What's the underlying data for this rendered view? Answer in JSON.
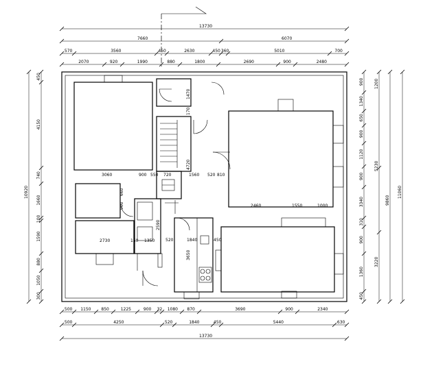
{
  "dimensions": {
    "top_overall": "13730",
    "top_row2_left": "7660",
    "top_row2_right": "6070",
    "top_row3": [
      "570",
      "3560",
      "450",
      "2630",
      "450",
      "360",
      "5010",
      "700"
    ],
    "top_row4": [
      "2070",
      "920",
      "1990",
      "880",
      "1800",
      "2690",
      "900",
      "2480"
    ],
    "bottom_row1": [
      "500",
      "1150",
      "850",
      "1225",
      "900",
      "32",
      "1080",
      "870",
      "3690",
      "900",
      "2340"
    ],
    "bottom_row2": [
      "500",
      "4250",
      "520",
      "1840",
      "450",
      "5440",
      "630"
    ],
    "bottom_overall": "13730",
    "left_outer": "10920",
    "left_inner": [
      "450",
      "4150",
      "740",
      "1660",
      "100",
      "1590",
      "880",
      "1050",
      "300"
    ],
    "right_inner": [
      "900",
      "1340",
      "650",
      "900",
      "1120",
      "900",
      "3340",
      "310",
      "900",
      "1360",
      "450"
    ],
    "right_mid": [
      "1200",
      "5230",
      "3220"
    ],
    "right_sub": "9860",
    "right_outer": "11060"
  },
  "interior_labels": {
    "room1_width": "3060",
    "room1_span": [
      "900",
      "550",
      "720",
      "1560"
    ],
    "room1_right": [
      "520",
      "810"
    ],
    "stair_height": "4720",
    "stair_170": "170",
    "stair_1470": "1470",
    "bedroom_span": [
      "2460",
      "1550",
      "1000"
    ],
    "small_660": "660",
    "small_900": "900",
    "lower_left": [
      "2730",
      "150",
      "1350"
    ],
    "lower_2590": "2590",
    "lower_mid": [
      "520",
      "1840",
      "450"
    ],
    "lower_3650": "3650"
  }
}
